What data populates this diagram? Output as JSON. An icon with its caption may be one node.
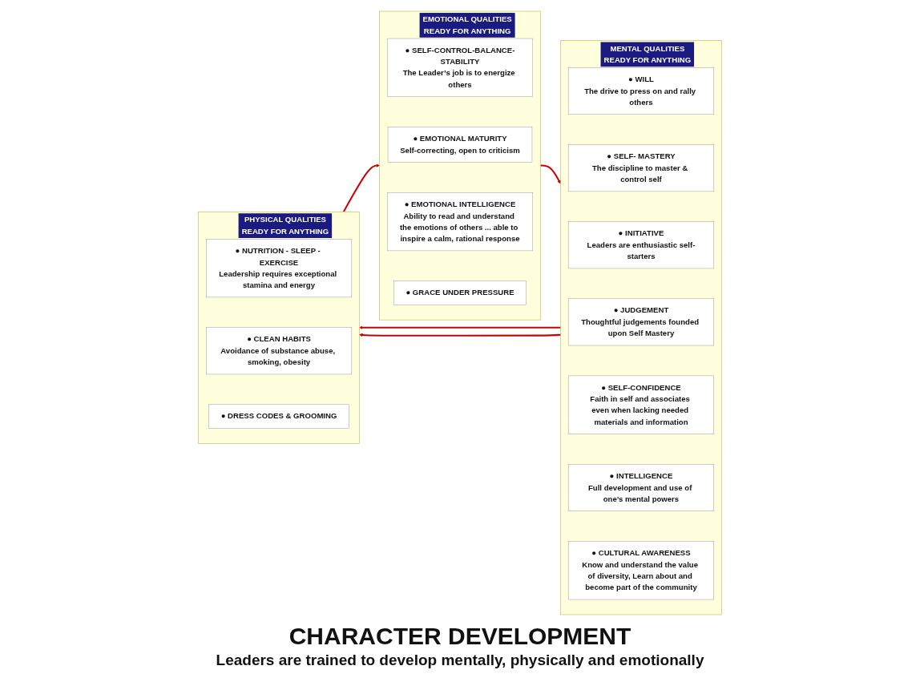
{
  "diagram": {
    "title": "CHARACTER DEVELOPMENT",
    "caption": "Leaders are trained to develop mentally, physically and emotionally",
    "nodes": [
      {
        "text": [
          "EMOTIONAL QUALITIES",
          "READY FOR ANYTHING"
        ]
      },
      {
        "text": [
          "● SELF-CONTROL-BALANCE-STABILITY",
          "The Leader’s job is to energize others"
        ],
        "in": 0
      },
      {
        "text": [
          "● EMOTIONAL MATURITY",
          "Self-correcting, open to criticism"
        ],
        "in": 0
      },
      {
        "text": [
          "● EMOTIONAL INTELLIGENCE",
          "Ability to read and understand the emotions of others ... able to inspire a calm, rational response"
        ],
        "in": 0
      },
      {
        "text": [
          "● GRACE UNDER PRESSURE"
        ],
        "in": 0
      },
      {
        "text": [
          "MENTAL QUALITIES",
          "READY FOR ANYTHING"
        ]
      },
      {
        "text": [
          "● WILL",
          "The drive to press on and rally others"
        ],
        "in": 5
      },
      {
        "text": [
          "● SELF- MASTERY",
          "The discipline to master & control self"
        ],
        "in": 5
      },
      {
        "text": [
          "● INITIATIVE",
          "Leaders are enthusiastic self-starters"
        ],
        "in": 5
      },
      {
        "text": [
          "● JUDGEMENT",
          "Thoughtful judgements founded upon Self Mastery"
        ],
        "in": 5
      },
      {
        "text": [
          "● SELF-CONFIDENCE",
          "Faith in self and associates even when lacking needed materials and information"
        ],
        "in": 5
      },
      {
        "text": [
          "● INTELLIGENCE",
          "Full development and use of one’s mental powers"
        ],
        "in": 5
      },
      {
        "text": [
          "● CULTURAL AWARENESS",
          "Know and understand the value of diversity, Learn about and become part of the community"
        ],
        "in": 5
      },
      {
        "text": [
          "PHYSICAL QUALITIES",
          "READY FOR ANYTHING"
        ]
      },
      {
        "text": [
          "● NUTRITION - SLEEP - EXERCISE",
          "Leadership requires exceptional stamina and energy"
        ],
        "in": 13
      },
      {
        "text": [
          "● CLEAN HABITS",
          "Avoidance of substance abuse, smoking, obesity"
        ],
        "in": 13
      },
      {
        "text": [
          "● DRESS CODES & GROOMING"
        ],
        "in": 13
      }
    ],
    "edges": [
      {
        "from": 0,
        "to": 5,
        "arrow": "to"
      },
      {
        "from": 5,
        "to": 13,
        "arrow": "to"
      },
      {
        "from": 5,
        "to": 13,
        "arrow": "to"
      },
      {
        "from": 13,
        "to": 0,
        "arrow": "to"
      }
    ]
  }
}
